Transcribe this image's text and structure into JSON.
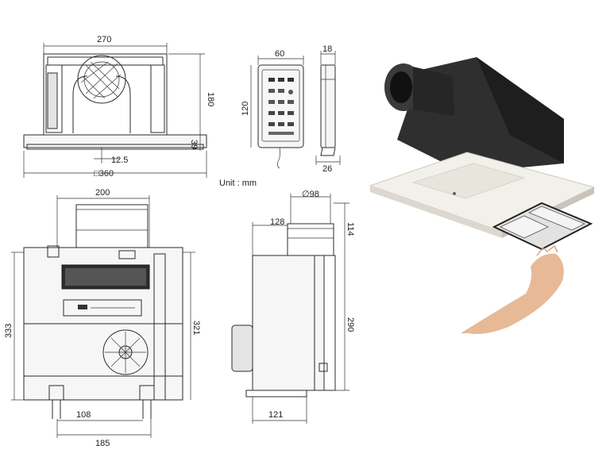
{
  "unit_label": "Unit : mm",
  "dimensions": {
    "top_width": "270",
    "top_height": "180",
    "top_flange": "39",
    "top_offset": "12.5",
    "top_panel": "□360",
    "remote_width": "60",
    "remote_height": "120",
    "side_depth": "18",
    "side_bottom": "26",
    "front_width": "200",
    "front_height": "333",
    "front_inner": "321",
    "front_bottom1": "108",
    "front_bottom2": "185",
    "side_duct": "∅98",
    "side_offset": "128",
    "side_top": "114",
    "side_body": "290",
    "side_base": "121"
  },
  "colors": {
    "line": "#2b2b2b",
    "body_dark": "#2d2d2d",
    "panel_white": "#f2f0ea",
    "skin": "#e8b996"
  }
}
